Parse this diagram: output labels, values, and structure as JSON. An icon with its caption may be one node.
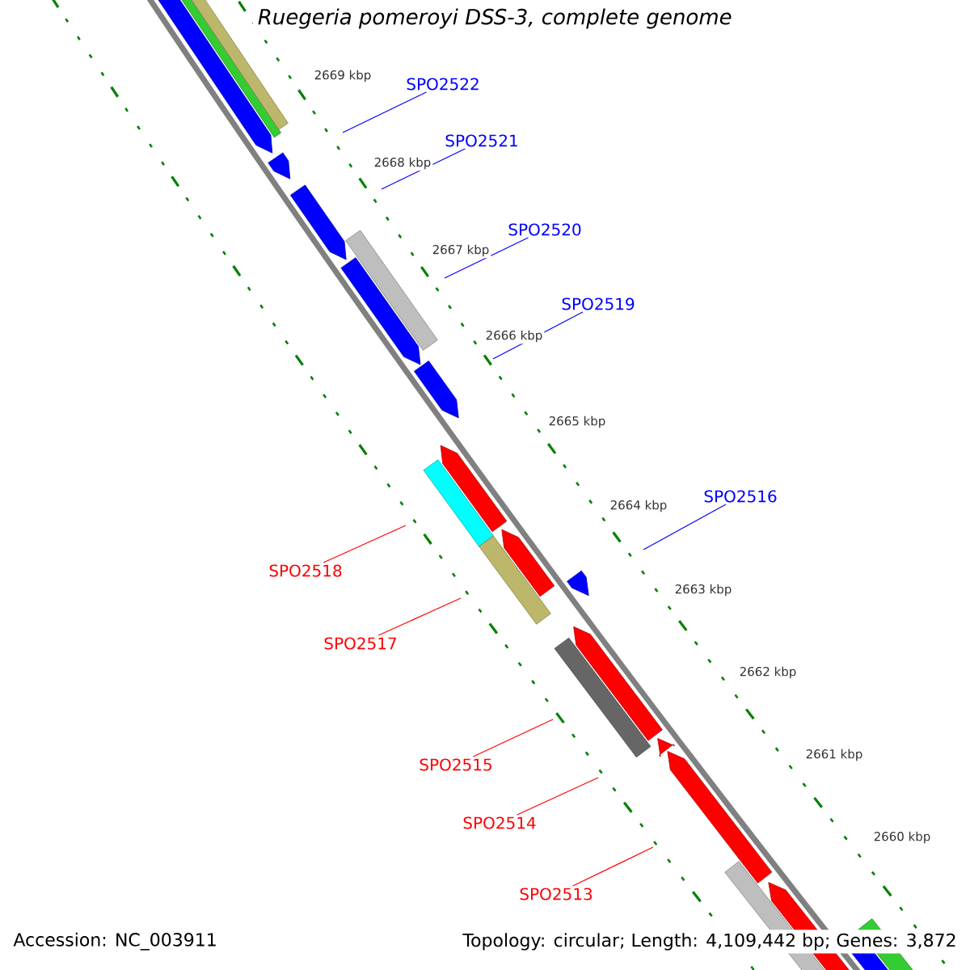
{
  "diagram": {
    "title": "Ruegeria pomeroyi DSS-3, complete genome",
    "nodes": [
      {
        "text": [
          "SPO2522"
        ]
      },
      {
        "text": [
          "SPO2521"
        ]
      },
      {
        "text": [
          "SPO2520"
        ]
      },
      {
        "text": [
          "SPO2519"
        ]
      },
      {
        "text": [
          "SPO2516"
        ]
      },
      {
        "text": [
          "SPO2518"
        ]
      },
      {
        "text": [
          "SPO2517"
        ]
      },
      {
        "text": [
          "SPO2515"
        ]
      },
      {
        "text": [
          "SPO2514"
        ]
      },
      {
        "text": [
          "SPO2513"
        ]
      }
    ],
    "edges": [
      {
        "from": 0,
        "to": null,
        "arrow": "none",
        "color": "#0000ff"
      },
      {
        "from": 1,
        "to": null,
        "arrow": "none",
        "color": "#0000ff"
      },
      {
        "from": 2,
        "to": null,
        "arrow": "none",
        "color": "#0000ff"
      },
      {
        "from": 3,
        "to": null,
        "arrow": "none",
        "color": "#0000ff"
      },
      {
        "from": 4,
        "to": null,
        "arrow": "none",
        "color": "#0000ff"
      },
      {
        "from": 5,
        "to": null,
        "arrow": "none",
        "color": "#ff0000"
      },
      {
        "from": 6,
        "to": null,
        "arrow": "none",
        "color": "#ff0000"
      },
      {
        "from": 7,
        "to": null,
        "arrow": "none",
        "color": "#ff0000"
      },
      {
        "from": 8,
        "to": null,
        "arrow": "none",
        "color": "#ff0000"
      },
      {
        "from": 9,
        "to": null,
        "arrow": "none",
        "color": "#ff0000"
      }
    ],
    "labels": [
      "2669 kbp",
      "2668 kbp",
      "2667 kbp",
      "2666 kbp",
      "2665 kbp",
      "2664 kbp",
      "2663 kbp",
      "2662 kbp",
      "2661 kbp",
      "2660 kbp",
      "Accession: NC_003911",
      "Topology: circular; Length: 4,109,442 bp; Genes: 3,872"
    ]
  }
}
